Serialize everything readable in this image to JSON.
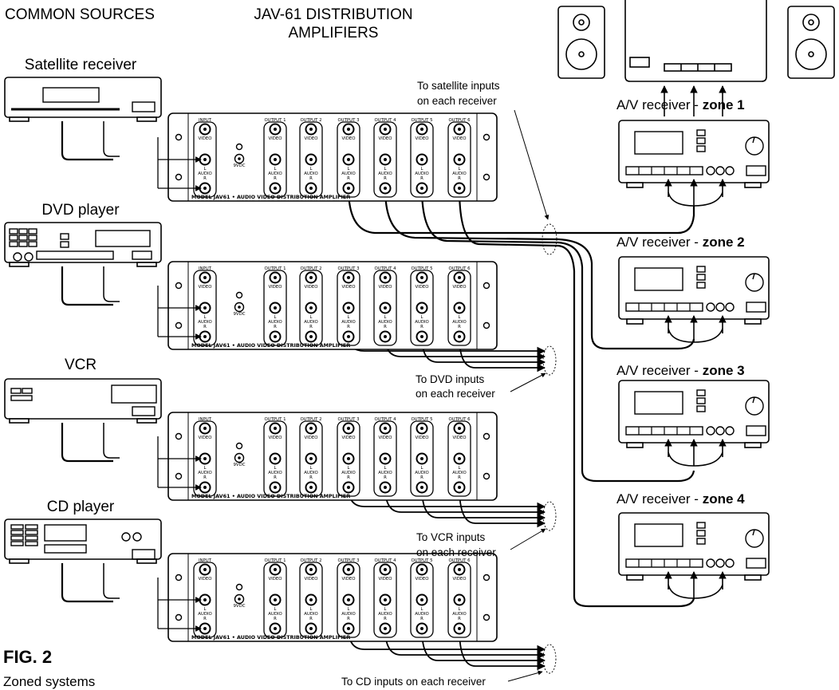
{
  "headers": {
    "common_sources": "COMMON SOURCES",
    "amplifiers_line1": "JAV-61 DISTRIBUTION",
    "amplifiers_line2": "AMPLIFIERS"
  },
  "sources": [
    {
      "label": "Satellite receiver"
    },
    {
      "label": "DVD player"
    },
    {
      "label": "VCR"
    },
    {
      "label": "CD player"
    }
  ],
  "amplifier": {
    "input": "INPUT",
    "outputs": [
      "OUTPUT 1",
      "OUTPUT 2",
      "OUTPUT 3",
      "OUTPUT 4",
      "OUTPUT 5",
      "OUTPUT 6"
    ],
    "video": "VIDEO",
    "l": "L",
    "audio": "AUDIO",
    "r": "R",
    "power": "9VDC",
    "model": "MODEL JAV61 • AUDIO VIDEO DISTRIBUTION AMPLIFIER"
  },
  "receivers": [
    {
      "prefix": "A/V receiver - ",
      "zone": "zone 1"
    },
    {
      "prefix": "A/V receiver - ",
      "zone": "zone 2"
    },
    {
      "prefix": "A/V receiver - ",
      "zone": "zone 3"
    },
    {
      "prefix": "A/V receiver - ",
      "zone": "zone 4"
    }
  ],
  "callouts": {
    "satellite": [
      "To satellite inputs",
      "on each receiver"
    ],
    "dvd": [
      "To DVD inputs",
      "on each receiver"
    ],
    "vcr": [
      "To VCR inputs",
      "on each receiver"
    ],
    "cd": "To CD inputs on each receiver"
  },
  "figure": {
    "number": "FIG. 2",
    "caption": "Zoned systems"
  }
}
